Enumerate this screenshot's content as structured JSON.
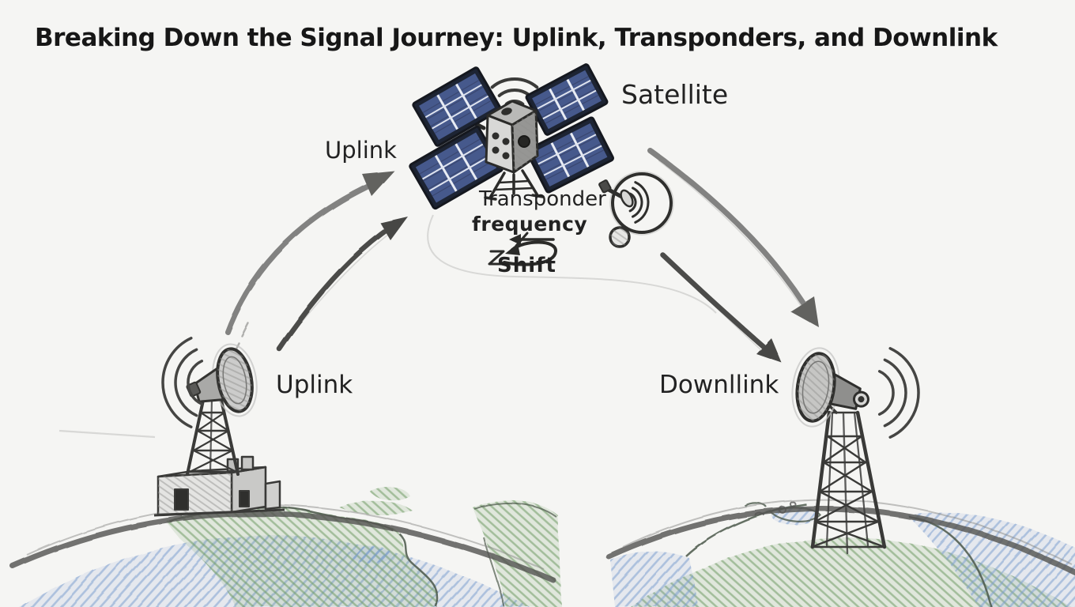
{
  "title": "Breaking Down the Signal Journey: Uplink, Transponders, and Downlink",
  "labels": {
    "satellite": "Satellite",
    "uplink_path": "Uplink",
    "uplink_station": "Uplink",
    "transponder": "Transponder",
    "frequency": "frequency",
    "shift": "Shift",
    "downlink": "Downllink"
  },
  "icons": {
    "uplink_signal_waves": "triple-arc-left",
    "downlink_signal_waves": "triple-arc-right",
    "satellite_broadcast_waves": "triple-arc-up",
    "satellite_dish_antenna": "circle-dish-with-feed",
    "frequency_shift_doodle": "looping-arrow-with-zigzag"
  },
  "colors": {
    "background": "#f5f5f3",
    "ink": "#222222",
    "pencil": "#6a6a6a",
    "panel_blue": "#46598c",
    "panel_frame": "#1d2433",
    "earth_green": "#6f9b63",
    "earth_blue": "#7d9fd0",
    "outline": "#4f4f4f"
  }
}
